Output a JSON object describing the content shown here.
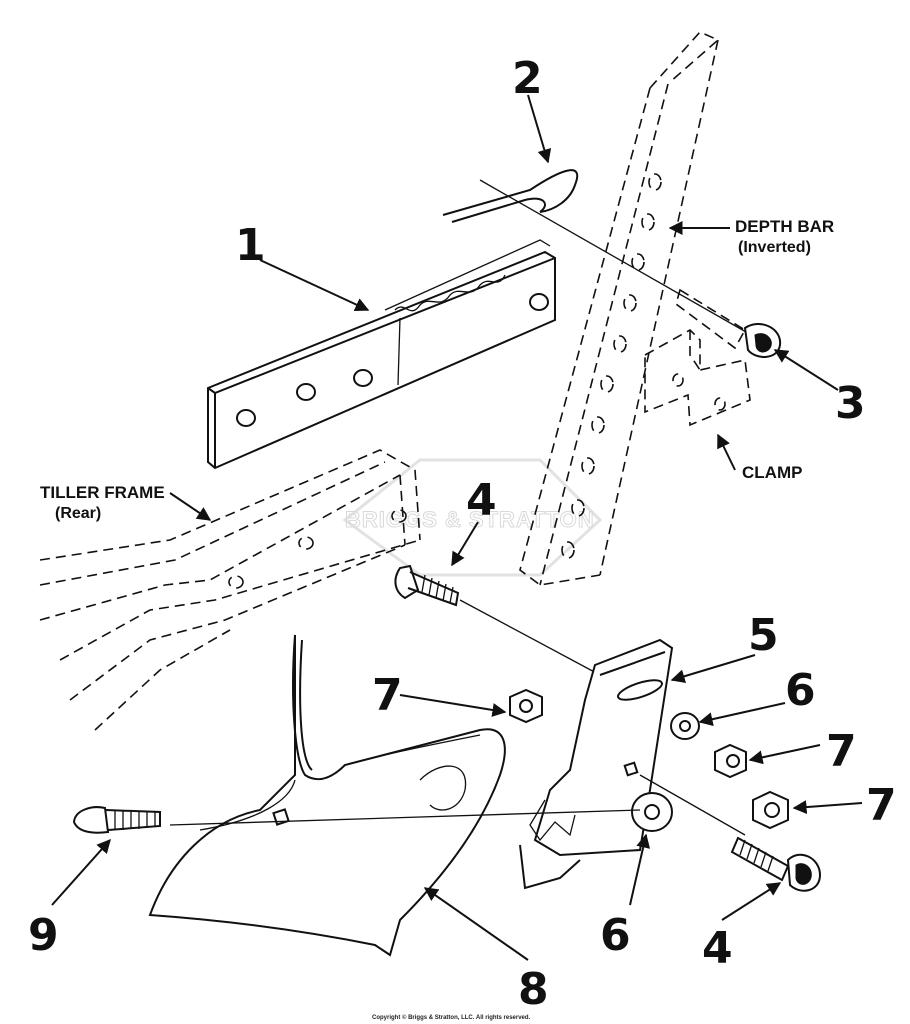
{
  "parts": {
    "p1": "1",
    "p2": "2",
    "p3": "3",
    "p4a": "4",
    "p4b": "4",
    "p5": "5",
    "p6a": "6",
    "p6b": "6",
    "p7a": "7",
    "p7b": "7",
    "p7c": "7",
    "p8": "8",
    "p9": "9"
  },
  "labels": {
    "depth_bar": "DEPTH BAR",
    "depth_bar_sub": "(Inverted)",
    "clamp": "CLAMP",
    "tiller_frame": "TILLER FRAME",
    "tiller_frame_sub": "(Rear)"
  },
  "watermark": "BRIGGS & STRATTON",
  "copyright": "Copyright © Briggs & Stratton, LLC. All rights reserved."
}
